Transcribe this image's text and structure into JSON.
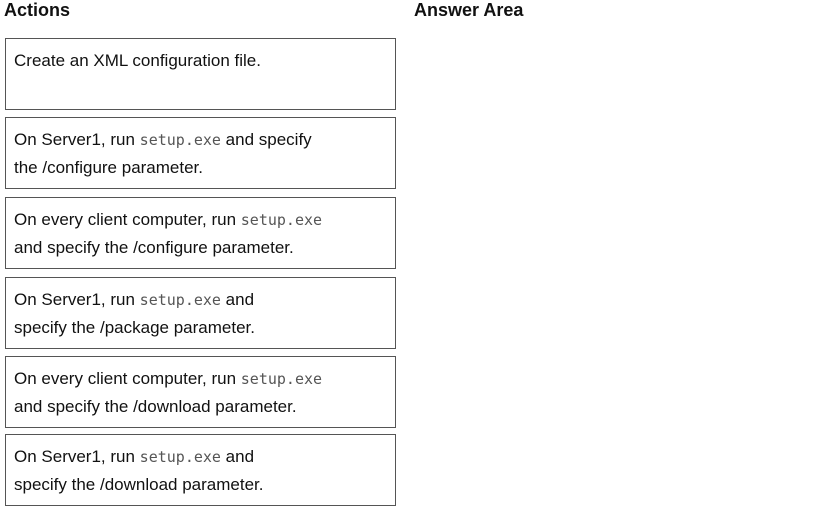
{
  "headings": {
    "actions": "Actions",
    "answer_area": "Answer Area"
  },
  "actions": [
    {
      "parts": [
        "Create an XML configuration file."
      ]
    },
    {
      "parts": [
        "On Server1, run ",
        "setup.exe",
        " and specify",
        "the /configure parameter."
      ]
    },
    {
      "parts": [
        "On every client computer, run ",
        "setup.exe",
        "and  specify the /configure parameter."
      ]
    },
    {
      "parts": [
        "On Server1, run ",
        "setup.exe",
        " and",
        "specify the  /package parameter."
      ]
    },
    {
      "parts": [
        "On every client computer, run ",
        "setup.exe",
        "and specify the /download parameter."
      ]
    },
    {
      "parts": [
        "On Server1, run ",
        "setup.exe",
        "  and",
        "specify the  /download parameter."
      ]
    }
  ]
}
